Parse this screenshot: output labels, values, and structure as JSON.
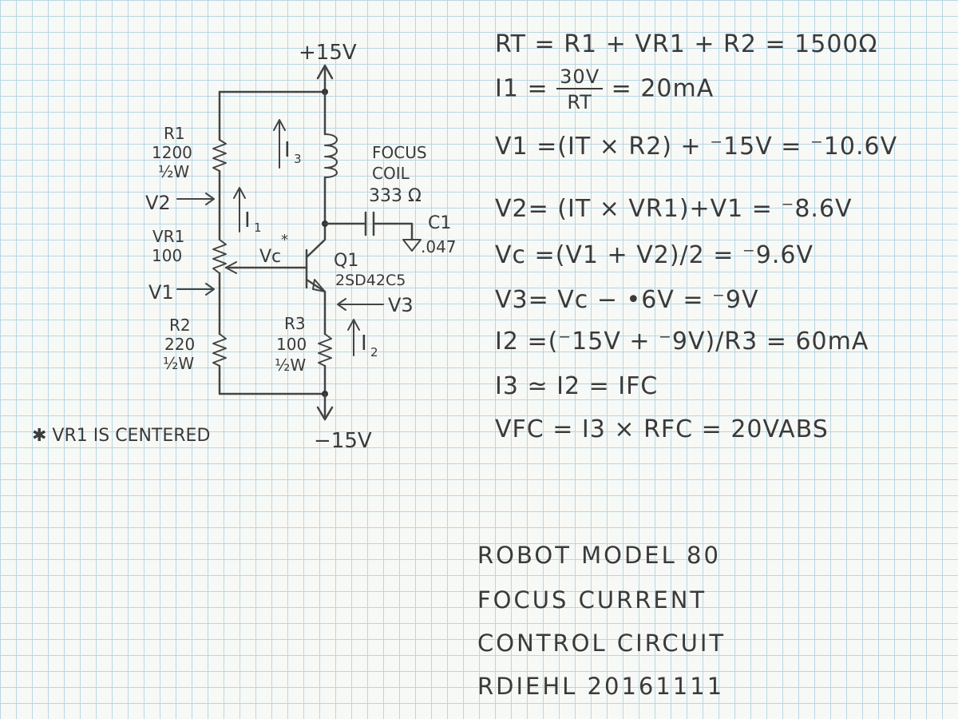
{
  "schematic": {
    "supply_pos": "+15V",
    "supply_neg": "−15V",
    "r1": {
      "name": "R1",
      "value": "1200",
      "power": "½W"
    },
    "vr1": {
      "name": "VR1",
      "value": "100"
    },
    "r2": {
      "name": "R2",
      "value": "220",
      "power": "½W"
    },
    "r3": {
      "name": "R3",
      "value": "100",
      "power": "½W"
    },
    "coil": {
      "line1": "FOCUS",
      "line2": "COIL",
      "value": "333 Ω"
    },
    "c1": {
      "name": "C1",
      "value": ".047"
    },
    "q1": {
      "name": "Q1",
      "part": "2SD42C5"
    },
    "labels": {
      "v2": "V2",
      "v1": "V1",
      "vc": "Vc",
      "vc_mark": "*",
      "v3": "V3",
      "i1": "I",
      "i1_sub": "1",
      "i2": "I",
      "i2_sub": "2",
      "i3": "I",
      "i3_sub": "3"
    },
    "note": "✱ VR1 IS CENTERED"
  },
  "equations": {
    "eq1": "RT = R1 + VR1 + R2 = 1500Ω",
    "eq2_lhs": "I1 =",
    "eq2_num": "30V",
    "eq2_den": "RT",
    "eq2_rhs": "= 20mA",
    "eq3": "V1 =(IT × R2) + ⁻15V = ⁻10.6V",
    "eq4": "V2= (IT × VR1)+V1 = ⁻8.6V",
    "eq5": "Vc =(V1 + V2)/2 = ⁻9.6V",
    "eq6": "V3= Vc − •6V = ⁻9V",
    "eq7": "I2 =(⁻15V + ⁻9V)/R3 = 60mA",
    "eq8": "I3 ≃ I2 = IFC",
    "eq9": "VFC = I3 × RFC = 20VABS"
  },
  "title_block": {
    "line1": "ROBOT MODEL 80",
    "line2": "FOCUS CURRENT",
    "line3": "CONTROL CIRCUIT",
    "line4": "RDIEHL   20161111"
  }
}
